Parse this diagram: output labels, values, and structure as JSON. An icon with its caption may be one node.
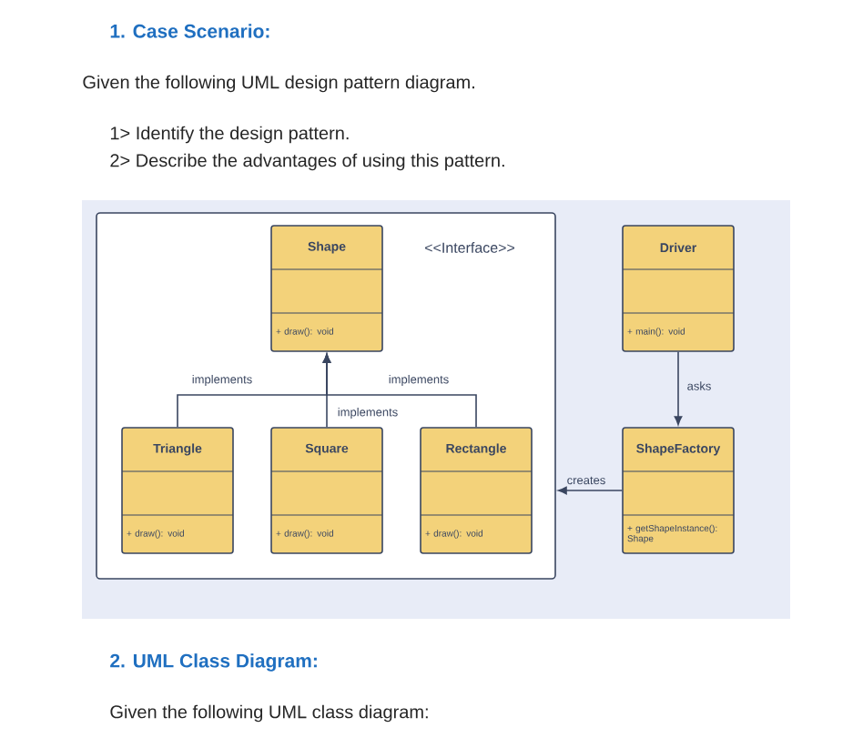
{
  "diagram": {
    "title": "1. Case Scenario:",
    "nodes": [
      {
        "text": [],
        "shape": "box"
      },
      {
        "text": [
          "Shape",
          "+ draw(): void"
        ],
        "beside": [
          "<<Interface>>"
        ],
        "in": 0
      },
      {
        "text": [
          "Triangle",
          "+ draw(): void"
        ],
        "in": 0
      },
      {
        "text": [
          "Square",
          "+ draw(): void"
        ],
        "in": 0
      },
      {
        "text": [
          "Rectangle",
          "+ draw(): void"
        ],
        "in": 0
      },
      {
        "text": [
          "Driver",
          "+ main(): void"
        ]
      },
      {
        "text": [
          "ShapeFactory",
          "+ getShapeInstance(): Shape"
        ]
      }
    ],
    "edges": [
      {
        "from": 2,
        "to": 1,
        "arrow": "to",
        "label": "implements"
      },
      {
        "from": 3,
        "to": 1,
        "arrow": "to",
        "label": "implements"
      },
      {
        "from": 4,
        "to": 1,
        "arrow": "to",
        "label": "implements"
      },
      {
        "from": 5,
        "to": 6,
        "arrow": "to",
        "label": "asks"
      },
      {
        "from": 6,
        "to": 0,
        "arrow": "to",
        "label": "creates"
      }
    ],
    "labels": [
      "Given the following UML design pattern diagram.",
      "1> Identify the design pattern.",
      "2> Describe the advantages of using this pattern.",
      "2. UML Class Diagram:",
      "Given the following UML class diagram:"
    ]
  }
}
